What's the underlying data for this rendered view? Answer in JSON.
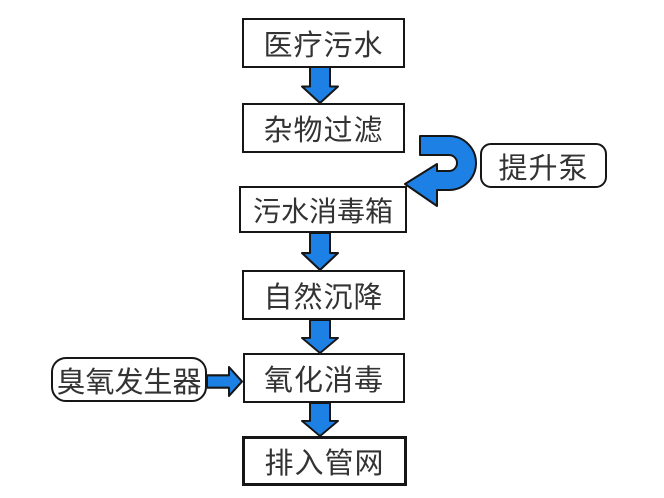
{
  "colors": {
    "arrow_fill": "#1d80e4",
    "arrow_outline": "#161616",
    "box_border": "#161616",
    "text": "#333333",
    "background": "#ffffff"
  },
  "flowchart": {
    "nodes": [
      {
        "id": "medical-sewage",
        "label": "医疗污水",
        "shape": "rect"
      },
      {
        "id": "debris-filtration",
        "label": "杂物过滤",
        "shape": "rect"
      },
      {
        "id": "sewage-disinfection-tank",
        "label": "污水消毒箱",
        "shape": "rect"
      },
      {
        "id": "natural-sedimentation",
        "label": "自然沉降",
        "shape": "rect"
      },
      {
        "id": "oxidation-disinfection",
        "label": "氧化消毒",
        "shape": "rect"
      },
      {
        "id": "discharge-to-pipe-network",
        "label": "排入管网",
        "shape": "rect"
      },
      {
        "id": "lift-pump",
        "label": "提升泵",
        "shape": "rounded"
      },
      {
        "id": "ozone-generator",
        "label": "臭氧发生器",
        "shape": "rounded"
      }
    ],
    "edges": [
      {
        "from": "医疗污水",
        "to": "杂物过滤",
        "type": "down-arrow"
      },
      {
        "from": "杂物过滤",
        "to": "污水消毒箱",
        "type": "curved-u-turn-arrow",
        "via": "提升泵"
      },
      {
        "from": "污水消毒箱",
        "to": "自然沉降",
        "type": "down-arrow"
      },
      {
        "from": "自然沉降",
        "to": "氧化消毒",
        "type": "down-arrow"
      },
      {
        "from": "臭氧发生器",
        "to": "氧化消毒",
        "type": "right-arrow"
      },
      {
        "from": "氧化消毒",
        "to": "排入管网",
        "type": "down-arrow"
      }
    ]
  }
}
